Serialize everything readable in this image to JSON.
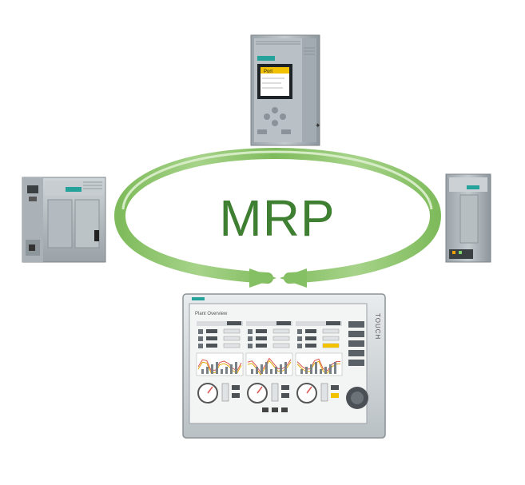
{
  "diagram": {
    "center_label": "MRP",
    "ring_color": "#8cc26a",
    "ring_highlight": "#c8e3b2",
    "text_color": "#3f7f32"
  },
  "devices": {
    "top": {
      "icon": "plc-cpu-display-icon",
      "display_text": "Port",
      "status_color": "#f2c200"
    },
    "left": {
      "icon": "plc-module-icon"
    },
    "right": {
      "icon": "io-module-icon"
    },
    "bottom": {
      "icon": "hmi-touch-panel-icon",
      "bezel_label": "TOUCH",
      "screen_title": "Plant Overview"
    }
  }
}
